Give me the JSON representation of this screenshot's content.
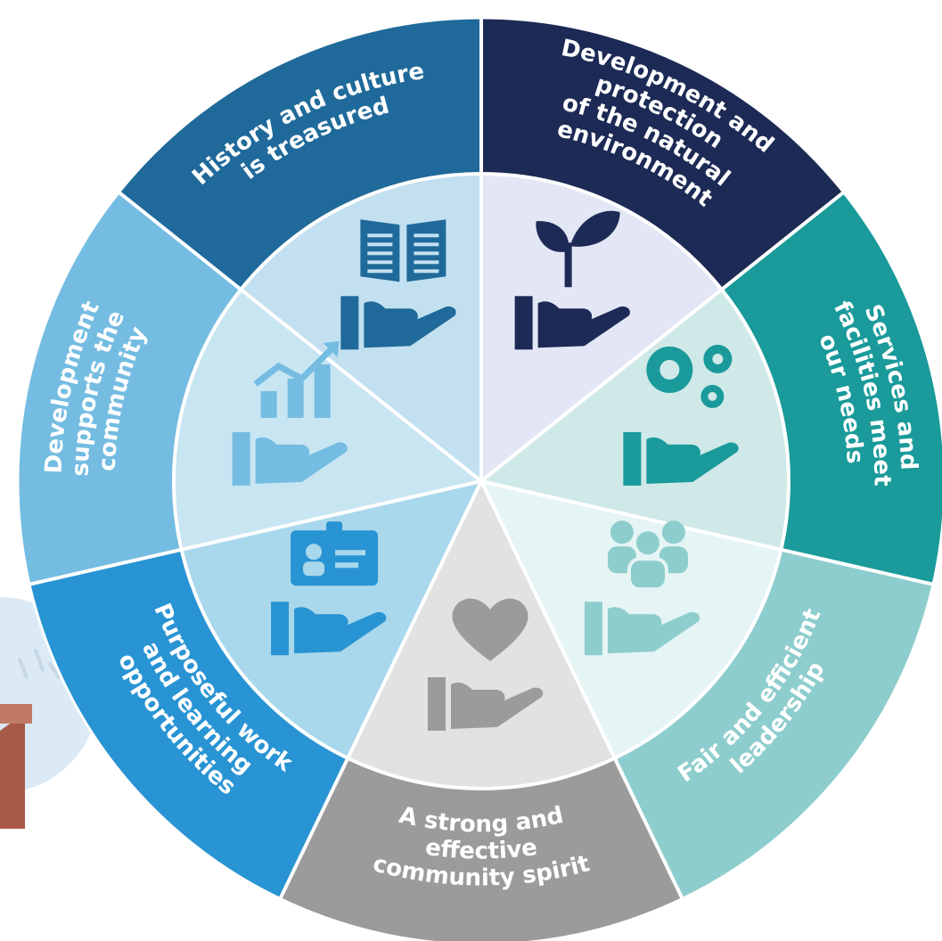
{
  "colors": {
    "background": "#ffffff",
    "divider": "#ffffff"
  },
  "segments": [
    {
      "key": "natural-environment",
      "lines": [
        "Development and",
        "protection",
        "of the natural",
        "environment"
      ],
      "outer_color": "#1c2a55",
      "inner_color": "#e3e6f5",
      "icon_color": "#1c2a55",
      "icon": "sprout-in-hand-icon"
    },
    {
      "key": "services-facilities",
      "lines": [
        "Services and",
        "facilities meet",
        "our needs"
      ],
      "outer_color": "#1a9a9a",
      "inner_color": "#cfe9e8",
      "icon_color": "#1a9a9a",
      "icon": "gears-in-hand-icon"
    },
    {
      "key": "leadership",
      "lines": [
        "Fair and efficient",
        "leadership"
      ],
      "outer_color": "#8ecdcd",
      "inner_color": "#e5f4f4",
      "icon_color": "#8ecdcd",
      "icon": "people-in-hand-icon"
    },
    {
      "key": "community-spirit",
      "lines": [
        "A strong and",
        "effective",
        "community spirit"
      ],
      "outer_color": "#9b9b9b",
      "inner_color": "#e2e2e2",
      "icon_color": "#9b9b9b",
      "icon": "heart-in-hand-icon"
    },
    {
      "key": "work-learning",
      "lines": [
        "Purposeful work",
        "and learning",
        "opportunities"
      ],
      "outer_color": "#2994d3",
      "inner_color": "#a9d8ec",
      "icon_color": "#2994d3",
      "icon": "id-card-in-hand-icon"
    },
    {
      "key": "development-community",
      "lines": [
        "Development",
        "supports the",
        "community"
      ],
      "outer_color": "#74bce1",
      "inner_color": "#c8e5f2",
      "icon_color": "#74bce1",
      "icon": "growth-chart-in-hand-icon"
    },
    {
      "key": "history-culture",
      "lines": [
        "History and culture",
        "is treasured"
      ],
      "outer_color": "#1f6a9a",
      "inner_color": "#c2e0f0",
      "icon_color": "#1f6a9a",
      "icon": "book-in-hand-icon"
    }
  ]
}
